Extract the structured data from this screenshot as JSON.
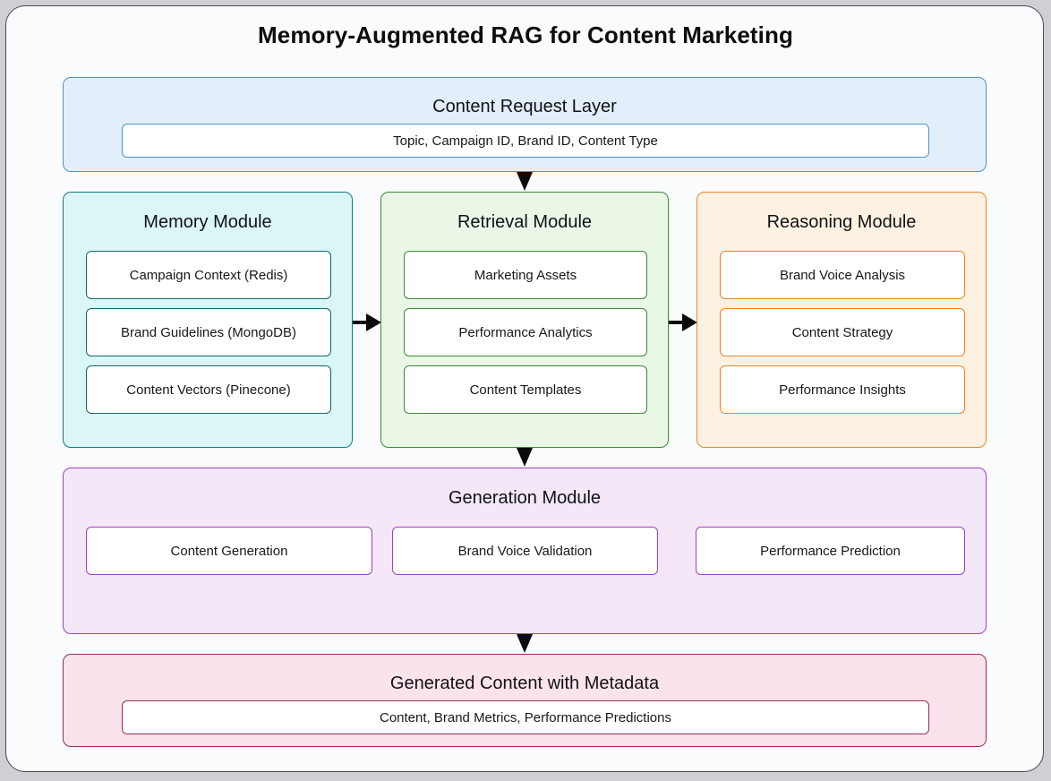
{
  "page": {
    "title": "Memory-Augmented RAG for Content Marketing",
    "background_color": "#cfcfd4",
    "card_color": "#fafbfc"
  },
  "layers": {
    "request": {
      "title": "Content Request Layer",
      "node": "Topic, Campaign ID, Brand ID, Content Type",
      "fill": "#e2effb",
      "stroke": "#4e93c9"
    },
    "memory": {
      "title": "Memory Module",
      "nodes": [
        "Campaign Context (Redis)",
        "Brand Guidelines (MongoDB)",
        "Content Vectors (Pinecone)"
      ],
      "fill": "#dbf6f6",
      "stroke": "#0f7b7f"
    },
    "retrieval": {
      "title": "Retrieval Module",
      "nodes": [
        "Marketing Assets",
        "Performance Analytics",
        "Content Templates"
      ],
      "fill": "#eaf7e7",
      "stroke": "#3d8a38"
    },
    "reasoning": {
      "title": "Reasoning Module",
      "nodes": [
        "Brand Voice Analysis",
        "Content Strategy",
        "Performance Insights"
      ],
      "fill": "#fdf2e2",
      "stroke": "#e8862c"
    },
    "generation": {
      "title": "Generation Module",
      "nodes": [
        "Content Generation",
        "Brand Voice Validation",
        "Performance Prediction"
      ],
      "fill": "#f4e7f7",
      "stroke": "#9b44c6"
    },
    "output": {
      "title": "Generated Content with Metadata",
      "node": "Content, Brand Metrics, Performance Predictions",
      "fill": "#fbe3ec",
      "stroke": "#a02a5c"
    }
  },
  "arrows": [
    {
      "name": "request-to-retrieval",
      "direction": "down"
    },
    {
      "name": "memory-to-retrieval",
      "direction": "right"
    },
    {
      "name": "retrieval-to-reasoning",
      "direction": "right"
    },
    {
      "name": "retrieval-to-generation",
      "direction": "down"
    },
    {
      "name": "generation-to-output",
      "direction": "down"
    }
  ]
}
